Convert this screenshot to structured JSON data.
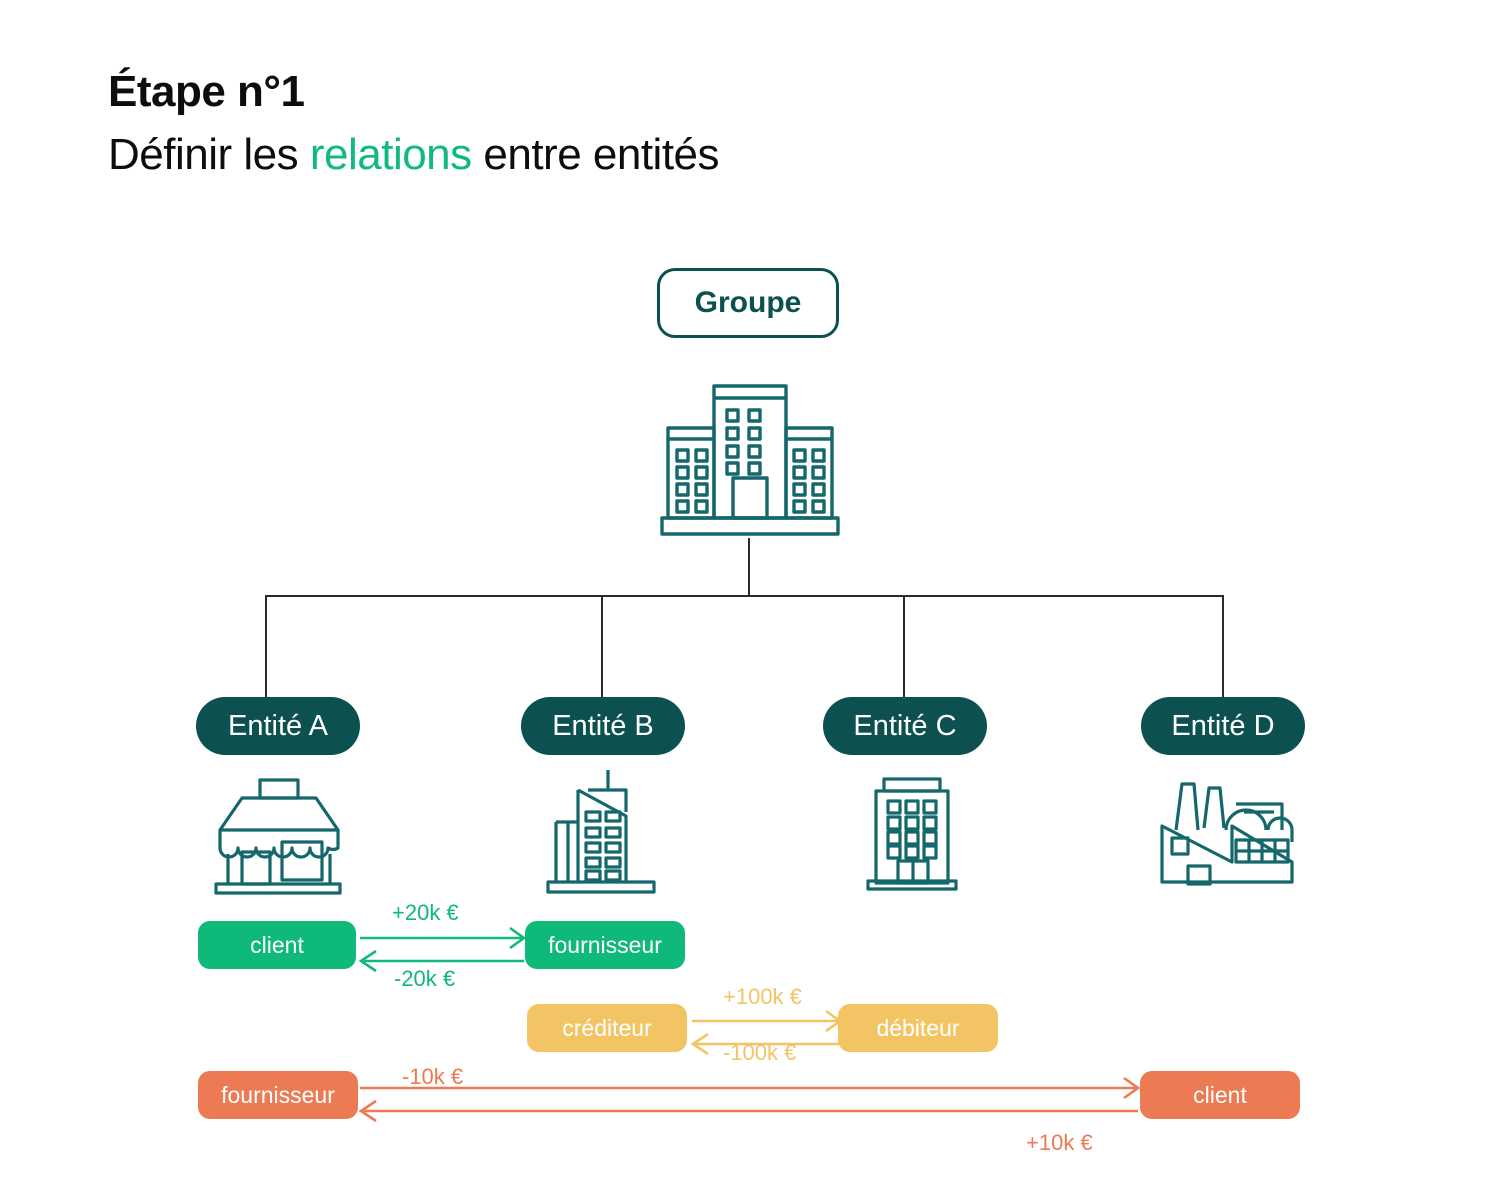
{
  "heading": {
    "step": "Étape n°1",
    "subtitle_before": "Définir les ",
    "subtitle_accent": "relations",
    "subtitle_after": " entre entités"
  },
  "diagram": {
    "group_node": {
      "label": "Groupe",
      "icon": "corporate-building-icon"
    },
    "entities": [
      {
        "label": "Entité A",
        "icon": "storefront-icon"
      },
      {
        "label": "Entité B",
        "icon": "skyscraper-icon"
      },
      {
        "label": "Entité C",
        "icon": "office-building-icon"
      },
      {
        "label": "Entité D",
        "icon": "factory-icon"
      }
    ],
    "relations": [
      {
        "color": "#0fb979",
        "left_label": "client",
        "right_label": "fournisseur",
        "top_amount": "+20k €",
        "bottom_amount": "-20k €",
        "top_direction": "right",
        "bottom_direction": "left"
      },
      {
        "color": "#f3c463",
        "left_label": "créditeur",
        "right_label": "débiteur",
        "top_amount": "+100k €",
        "bottom_amount": "-100k €",
        "top_direction": "right",
        "bottom_direction": "left"
      },
      {
        "color": "#ec7a53",
        "left_label": "fournisseur",
        "right_label": "client",
        "top_amount": "-10k €",
        "bottom_amount": "+10k €",
        "top_direction": "right",
        "bottom_direction": "left"
      }
    ]
  },
  "colors": {
    "brand_dark": "#0d5050",
    "accent_green": "#10b981",
    "relation_green": "#0fb979",
    "relation_yellow": "#f3c463",
    "relation_orange": "#ec7a53",
    "text": "#0d0d0d",
    "background": "#ffffff"
  }
}
